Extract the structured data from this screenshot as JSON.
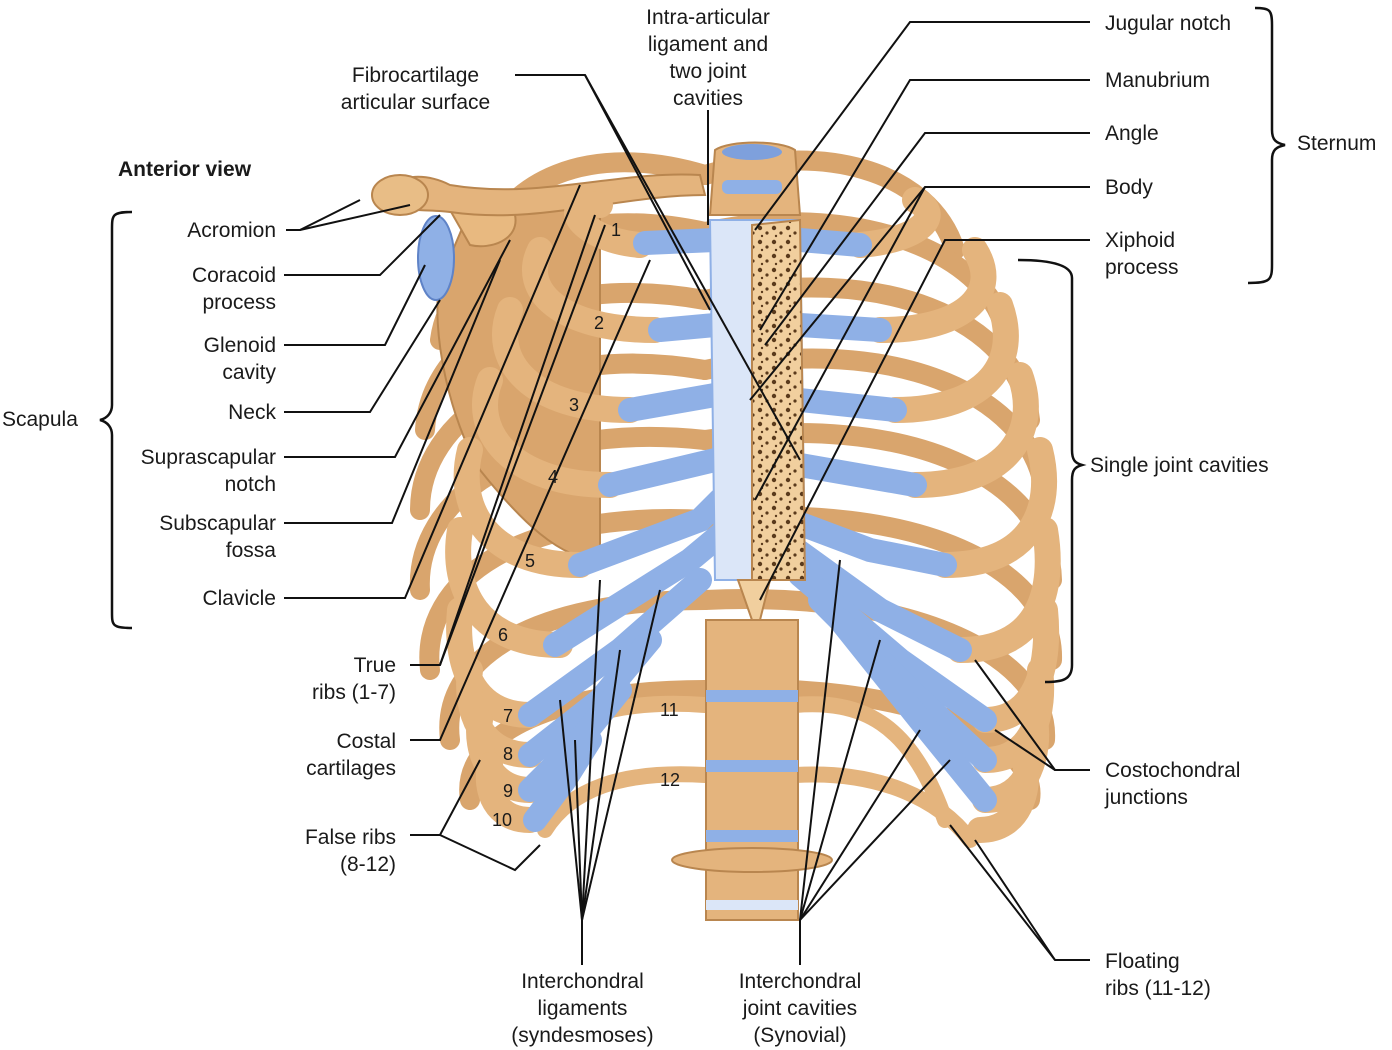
{
  "view_title": "Anterior view",
  "labels": {
    "intra_articular": "Intra-articular\nligament and\ntwo joint\ncavities",
    "fibrocartilage": "Fibrocartilage\narticular surface",
    "acromion": "Acromion",
    "coracoid": "Coracoid\nprocess",
    "glenoid": "Glenoid\ncavity",
    "neck": "Neck",
    "suprascapular": "Suprascapular\nnotch",
    "subscapular": "Subscapular\nfossa",
    "clavicle": "Clavicle",
    "scapula": "Scapula",
    "true_ribs": "True\nribs (1-7)",
    "costal_cartilages": "Costal\ncartilages",
    "false_ribs": "False ribs\n(8-12)",
    "interchondral_ligaments": "Interchondral\nligaments\n(syndesmoses)",
    "interchondral_joint_cavities": "Interchondral\njoint cavities\n(Synovial)",
    "floating_ribs": "Floating\nribs (11-12)",
    "costochondral": "Costochondral\njunctions",
    "single_joint_cavities": "Single joint cavities",
    "jugular_notch": "Jugular notch",
    "manubrium": "Manubrium",
    "angle": "Angle",
    "body": "Body",
    "xiphoid": "Xiphoid\nprocess",
    "sternum": "Sternum"
  },
  "rib_numbers": [
    "1",
    "2",
    "3",
    "4",
    "5",
    "6",
    "7",
    "8",
    "9",
    "10",
    "11",
    "12"
  ],
  "colors": {
    "bone": "#e2b07a",
    "bone_dark": "#b9864f",
    "bone_light": "#f1cf9e",
    "cartilage": "#8fb0e6",
    "cartilage_dark": "#5f83c7",
    "leader": "#111111"
  }
}
